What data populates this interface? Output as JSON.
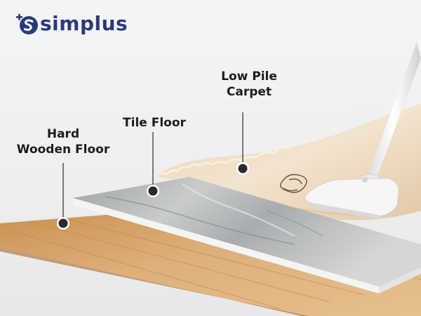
{
  "brand": {
    "name": "simplus",
    "accent": "#2c3a7a",
    "logo_icon": "plus-s-logo-icon"
  },
  "labels": {
    "carpet": {
      "line1": "Low Pile",
      "line2": "Carpet"
    },
    "tile": {
      "line1": "Tile Floor"
    },
    "wood": {
      "line1": "Hard",
      "line2": "Wooden Floor"
    }
  },
  "colors": {
    "wood": "#d8a86a",
    "tile": "#b9bbbc",
    "carpet": "#efdcc4",
    "marker": "#2a2a2a"
  }
}
